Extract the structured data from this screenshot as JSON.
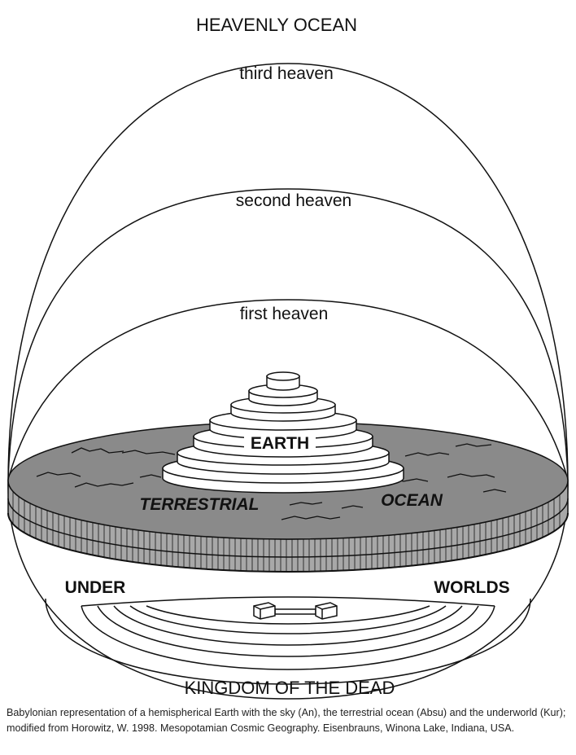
{
  "labels": {
    "heavenly_ocean": "HEAVENLY OCEAN",
    "third_heaven": "third heaven",
    "second_heaven": "second heaven",
    "first_heaven": "first heaven",
    "earth": "EARTH",
    "terrestrial": "TERRESTRIAL",
    "ocean": "OCEAN",
    "under": "UNDER",
    "worlds": "WORLDS",
    "kingdom": "KINGDOM OF THE DEAD"
  },
  "caption": "Babylonian representation of a hemispherical Earth with the sky (An), the terrestrial ocean (Absu) and the underworld (Kur); modified from Horowitz, W. 1998. Mesopotamian Cosmic Geography. Eisenbrauns, Winona Lake, Indiana, USA.",
  "colors": {
    "ocean_fill": "#8a8a8a",
    "rim_fill": "#a8a8a8",
    "line": "#111111"
  }
}
